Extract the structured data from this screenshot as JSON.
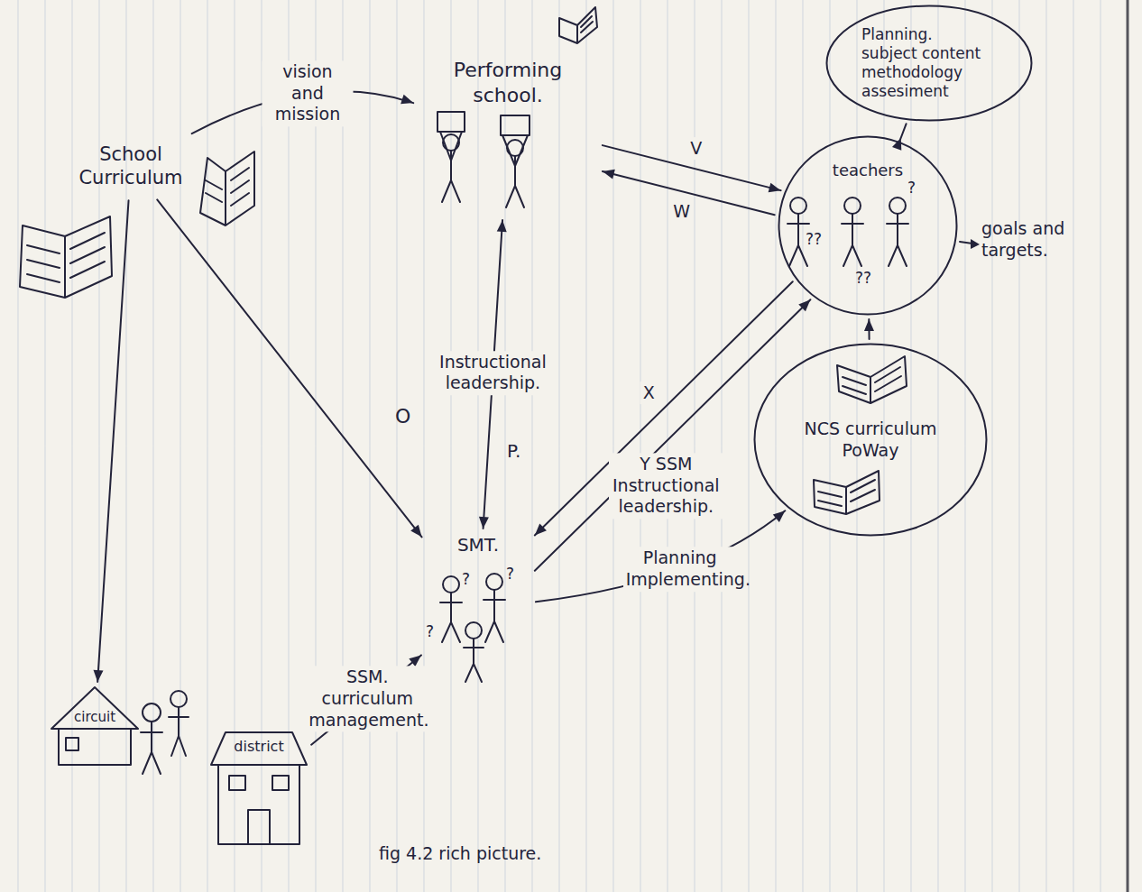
{
  "diagram": {
    "caption": "fig 4.2 rich picture.",
    "nodes": [
      {
        "text": [
          "Performing school."
        ]
      },
      {
        "text": [
          "Planning.",
          "subject content",
          "methodology assesiment"
        ]
      },
      {
        "text": [
          "School Curriculum"
        ]
      },
      {
        "text": [
          "teachers"
        ]
      },
      {
        "text": [
          "SMT."
        ]
      },
      {
        "text": [
          "NCS curriculum",
          "PoWay"
        ]
      },
      {
        "text": [
          "circuit"
        ]
      },
      {
        "text": [
          "district"
        ]
      }
    ],
    "edges": [
      {
        "from": 2,
        "to": 0,
        "arrow": "to",
        "label": "vision and mission"
      },
      {
        "from": 2,
        "to": 4,
        "arrow": "to"
      },
      {
        "from": 2,
        "to": 6,
        "arrow": "to"
      },
      {
        "from": 4,
        "to": 0,
        "arrow": "both",
        "label": "Instructional leadership."
      },
      {
        "from": 0,
        "to": 3,
        "arrow": "to",
        "label": "V"
      },
      {
        "from": 3,
        "to": 0,
        "arrow": "to",
        "label": "W"
      },
      {
        "from": 3,
        "to": 4,
        "arrow": "to",
        "label": "X"
      },
      {
        "from": 4,
        "to": 3,
        "arrow": "to",
        "label": "Y SSM Instructional leadership."
      },
      {
        "from": 7,
        "to": 4,
        "arrow": "to",
        "label": "SSM. curriculum management."
      },
      {
        "from": 4,
        "to": 5,
        "arrow": "to",
        "label": "Planning Implementing."
      },
      {
        "from": 1,
        "to": 3,
        "arrow": "to"
      },
      {
        "from": 5,
        "to": 3,
        "arrow": "to"
      }
    ],
    "labels": [
      "O",
      "P.",
      "goals and targets.",
      "??",
      "?",
      "??",
      "?",
      "?",
      "?"
    ]
  }
}
